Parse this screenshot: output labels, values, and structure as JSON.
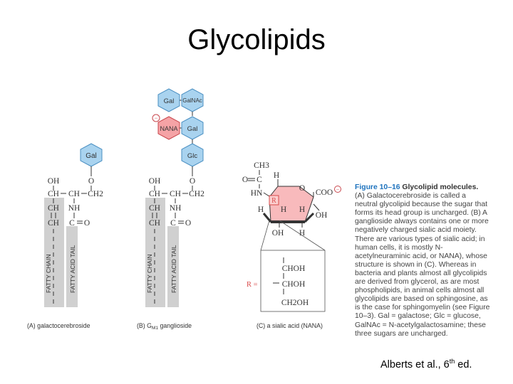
{
  "slide": {
    "title": "Glycolipids"
  },
  "panel_a": {
    "sugar": "Gal",
    "backbone": {
      "oh": "OH",
      "c1": "CH",
      "c2": "CH",
      "c3": "CH",
      "ch2": "CH2",
      "o": "O",
      "nh": "NH",
      "carbonyl_c": "C",
      "carbonyl_o": "O"
    },
    "fatty_chain": "FATTY CHAIN",
    "fatty_acid_tail": "FATTY ACID TAIL",
    "caption": "(A) galactocerebroside"
  },
  "panel_b": {
    "sugars": {
      "gal_top": "Gal",
      "galnac": "GalNAc",
      "nana": "NANA",
      "gal_mid": "Gal",
      "glc": "Glc"
    },
    "charge": "−",
    "backbone": {
      "oh": "OH",
      "c1": "CH",
      "c2": "CH",
      "c3": "CH",
      "ch2": "CH2",
      "o": "O",
      "nh": "NH",
      "carbonyl_c": "C",
      "carbonyl_o": "O"
    },
    "fatty_chain": "FATTY CHAIN",
    "fatty_acid_tail": "FATTY ACID TAIL",
    "caption_pre": "(B) G",
    "caption_sub": "M1",
    "caption_post": " ganglioside"
  },
  "panel_c": {
    "ch3": "CH3",
    "c_acyl": "C",
    "o_acyl": "O",
    "hn": "HN",
    "r_ring": "R",
    "h_top": "H",
    "o_ring": "O",
    "coo": "COO",
    "coo_charge": "−",
    "h_left": "H",
    "h_right": "H",
    "oh_right": "OH",
    "h_lower": "H",
    "oh_bottom": "OH",
    "h_bottom": "H",
    "r_label": "R =",
    "r_chain": [
      "CHOH",
      "CHOH",
      "CH2OH"
    ],
    "caption": "(C) a sialic acid (NANA)"
  },
  "figure_caption": {
    "figure_number": "Figure 10–16",
    "title": "Glycolipid molecules.",
    "body": "(A) Galactocerebroside is called a neutral glycolipid because the sugar that forms its head group is uncharged. (B) A ganglioside always contains one or more negatively charged sialic acid moiety. There are various types of sialic acid; in human cells, it is mostly N-acetylneuraminic acid, or NANA), whose structure is shown in (C). Whereas in bacteria and plants almost all glycolipids are derived from glycerol, as are most phospholipids, in animal cells almost all glycolipids are based on sphingosine, as is the case for sphingomyelin (see Figure 10–3). Gal = galactose; Glc = glucose, GalNAc = N-acetylgalactosamine; these three sugars are uncharged."
  },
  "citation": {
    "text": "Alberts et al., 6",
    "sup": "th",
    "suffix": " ed."
  },
  "colors": {
    "sugar_blue": "#a9d3ef",
    "sugar_stroke": "#4a8fc2",
    "nana_pink": "#f5a3a6",
    "nana_stroke": "#c9474d",
    "chain_gray": "#d0d0d0",
    "figure_blue": "#1e73be",
    "box_pink": "#f08f8f"
  }
}
